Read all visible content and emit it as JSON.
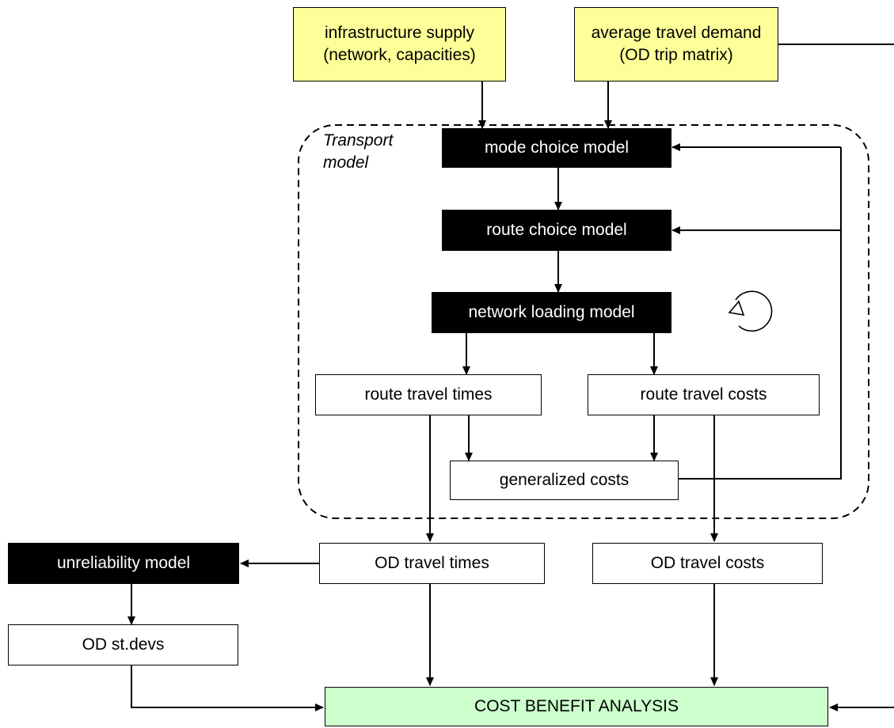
{
  "inputs": {
    "supply": {
      "line1": "infrastructure supply",
      "line2": "(network, capacities)"
    },
    "demand": {
      "line1": "average travel demand",
      "line2": "(OD trip matrix)"
    }
  },
  "transport_model": {
    "label_line1": "Transport",
    "label_line2": "model",
    "mode_choice": "mode choice model",
    "route_choice": "route choice model",
    "network_loading": "network loading model",
    "route_travel_times": "route travel times",
    "route_travel_costs": "route travel costs",
    "generalized_costs": "generalized costs",
    "loop_icon": "refresh-cycle-icon"
  },
  "outputs": {
    "unreliability_model": "unreliability model",
    "od_travel_times": "OD travel times",
    "od_travel_costs": "OD travel costs",
    "od_stdevs": "OD st.devs",
    "cba": "COST BENEFIT ANALYSIS"
  },
  "colors": {
    "input_fill": "#ffff99",
    "model_fill": "#000000",
    "result_fill": "#ffffff",
    "cba_fill": "#ccffcc"
  }
}
